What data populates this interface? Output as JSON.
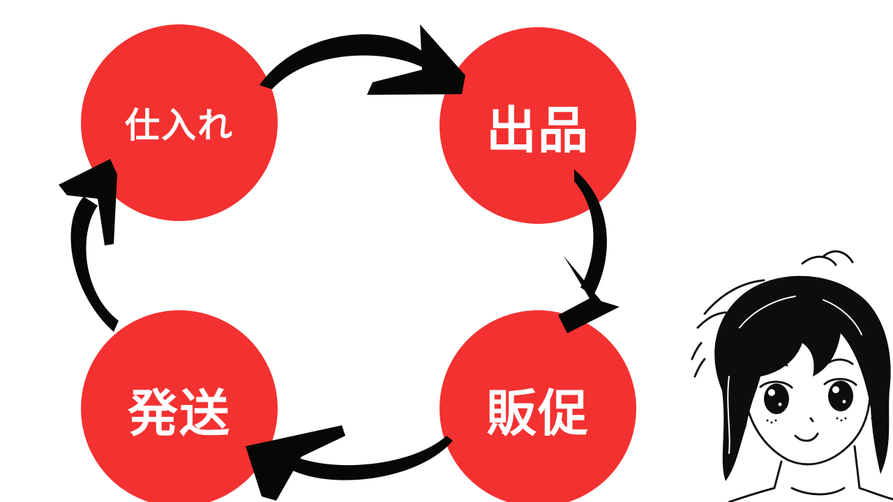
{
  "diagram": {
    "nodes": [
      {
        "id": "shiire",
        "label": "仕入れ"
      },
      {
        "id": "shuppin",
        "label": "出品"
      },
      {
        "id": "hansoku",
        "label": "販促"
      },
      {
        "id": "hassou",
        "label": "発送"
      }
    ],
    "edges": [
      {
        "from": "仕入れ",
        "to": "出品"
      },
      {
        "from": "出品",
        "to": "販促"
      },
      {
        "from": "販促",
        "to": "発送"
      },
      {
        "from": "発送",
        "to": "仕入れ"
      }
    ],
    "colors": {
      "node_fill": "#f43131",
      "node_text": "#ffffff",
      "arrow": "#050805",
      "background": "#ffffff"
    }
  },
  "illustration": {
    "icon": "girl-character-icon"
  }
}
